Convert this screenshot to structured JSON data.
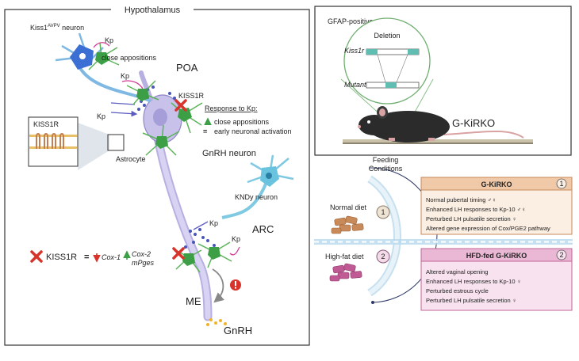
{
  "left_panel": {
    "title": "Hypothalamus",
    "kiss1_label": "Kiss1",
    "kiss1_sup": "AVPV",
    "kiss1_suffix": " neuron",
    "close_appositions_top": "close appositions",
    "kp": "Kp",
    "poa": "POA",
    "kiss1r_receptor": "KISS1R",
    "response_title": "Response to Kp:",
    "response_items": [
      "close appositions",
      "early neuronal activation"
    ],
    "kiss1r_box": "KISS1R",
    "astrocyte": "Astrocyte",
    "gnrh_neuron": "GnRH neuron",
    "kndy_neuron": "KNDy neuron",
    "arc": "ARC",
    "me": "ME",
    "gnrh": "GnRH",
    "bottom_kiss1r": "KISS1R",
    "cox1": "Cox-1",
    "cox2": "Cox-2",
    "mpges": "mPges"
  },
  "right_top": {
    "title": "GFAP-positive cells",
    "deletion": "Deletion",
    "kiss1r": "Kiss1r",
    "mutant": "Mutant",
    "model": "G-KiRKO"
  },
  "feeding": {
    "title_line1": "Feeding",
    "title_line2": "Conditions",
    "normal_diet": "Normal diet",
    "normal_num": "1",
    "hfd": "High-fat diet",
    "hfd_num": "2"
  },
  "box1": {
    "title": "G-KiRKO",
    "num": "1",
    "items": [
      "Normal pubertal timing ♂♀",
      "Enhanced LH responses to Kp-10 ♂♀",
      "Perturbed LH pulsatile secretion ♀",
      "Altered gene expression of Cox/PGE2 pathway"
    ]
  },
  "box2": {
    "title": "HFD-fed G-KiRKO",
    "num": "2",
    "items": [
      "Altered vaginal opening",
      "Enhanced LH responses to Kp-10 ♀",
      "Perturbed estrous cycle",
      "Perturbed LH pulsatile secretion ♀"
    ]
  },
  "colors": {
    "kiss_neuron": "#3b6fd4",
    "astrocyte": "#5bb35a",
    "gnrh": "#c8c2ea",
    "kndy": "#69c3de",
    "box1_bg": "#fbeee2",
    "box1_border": "#c98a5a",
    "box2_bg": "#f8e2ef",
    "box2_border": "#c36497",
    "red_x": "#d9342b"
  }
}
